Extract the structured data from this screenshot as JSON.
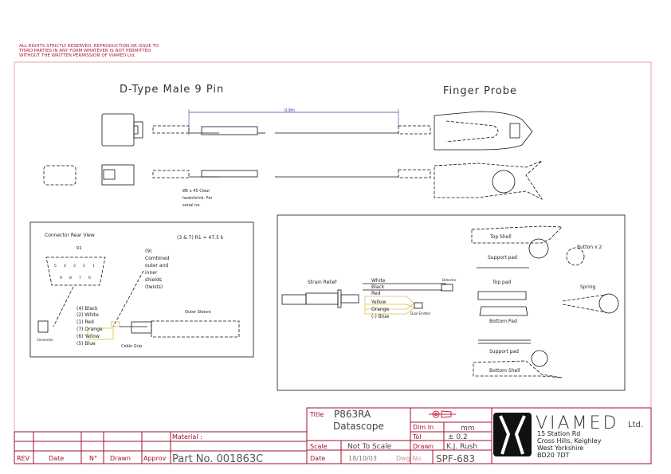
{
  "copyright": [
    "ALL RIGHTS STRICTLY RESERVED. REPRODUCTION OR ISSUE TO",
    "THIRD PARTIES IN ANY FORM WHATEVER IS NOT PERMITTED",
    "WITHOUT THE WRITTEN PERMISSION OF VIAMED Ltd."
  ],
  "main_view": {
    "left_title": "D-Type Male 9 Pin",
    "right_title": "Finger Probe",
    "length": "0.9m",
    "heatshrink_note": [
      "Ø6 x 45 Clear",
      "heatshrink. For",
      "serial no."
    ]
  },
  "connector_detail": {
    "title": "Connector Rear View",
    "resistor": "(3 & 7) R1 = 47.5 k",
    "r1": "R1",
    "pins_top": [
      "5",
      "4",
      "3",
      "2",
      "1"
    ],
    "pins_bottom": [
      "9",
      "8",
      "7",
      "6"
    ],
    "shield_note": [
      "(9)",
      "Combined",
      "outer and",
      "inner",
      "shields",
      "(twists)"
    ],
    "wires": [
      "(4) Black",
      "(2) White",
      "(1) Red",
      "(7) Orange",
      "(6) Yellow",
      "(5) Blue"
    ],
    "outer_sleeve": "Outer Sleeve",
    "cable_grip": "Cable Grip",
    "connector": "Connector"
  },
  "probe_detail": {
    "strain_relief": "Strain Relief",
    "wires": [
      "White",
      "Black",
      "Red",
      "Yellow",
      "Orange",
      "(-) Blue"
    ],
    "detector": "Detector",
    "dual_emitter": "Dual Emitter",
    "parts": [
      "Top Shell",
      "Support pad",
      "Top pad",
      "Bottom Pad",
      "Support pad",
      "Bottom Shell",
      "Button x 2",
      "Spring"
    ]
  },
  "rev_table": {
    "headers": [
      "REV",
      "Date",
      "N°",
      "Drawn",
      "Approv"
    ],
    "material_label": "Material :",
    "part_no": "Part No. 001863C"
  },
  "title_block": {
    "title_label": "Title",
    "title": [
      "P863RA",
      "Datascope"
    ],
    "dim_in_label": "Dim In",
    "dim_in": "mm",
    "tol_label": "Tol",
    "tol": "± 0.2",
    "scale_label": "Scale",
    "scale": "Not To Scale",
    "drawn_label": "Drawn",
    "drawn": "K.J. Rush",
    "date_label": "Date",
    "date": "18/10/03",
    "dwg_label": "Dwg No.",
    "dwg_no": "SPF-683"
  },
  "company": {
    "name": "VIAMED",
    "suffix": "Ltd.",
    "address": [
      "15 Station Rd",
      "Cross Hills, Keighley",
      "West Yorkshire",
      "BD20 7DT"
    ]
  },
  "colors": {
    "border": "#a01030",
    "copyright": "#b0173a",
    "yellow": "#e8e070"
  }
}
